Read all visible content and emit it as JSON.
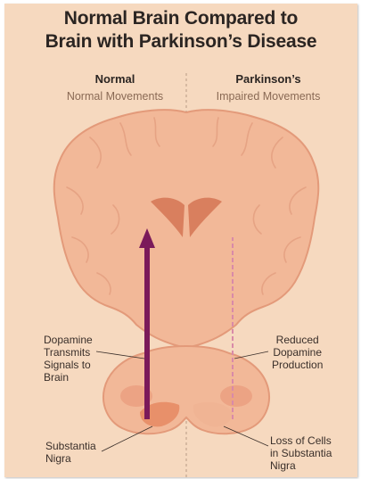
{
  "title": {
    "line1": "Normal Brain Compared to",
    "line2": "Brain with Parkinson’s Disease"
  },
  "columns": {
    "normal": {
      "heading": "Normal",
      "subheading": "Normal Movements"
    },
    "parkinsons": {
      "heading": "Parkinson’s",
      "subheading": "Impaired Movements"
    }
  },
  "labels": {
    "dopamine_transmits": [
      "Dopamine",
      "Transmits",
      "Signals to",
      "Brain"
    ],
    "substantia_nigra": [
      "Substantia",
      "Nigra"
    ],
    "reduced_dopamine": [
      "Reduced",
      "Dopamine",
      "Production"
    ],
    "loss_of_cells": [
      "Loss of Cells",
      "in Substantia",
      "Nigra"
    ]
  },
  "colors": {
    "background": "#f6d9bf",
    "brain_fill": "#f2b898",
    "brain_outline": "#e39a7a",
    "dopamine_pathway": "#7b1a5a",
    "reduced_pathway": "#d98aa8",
    "nigra_healthy": "#e8906a",
    "nigra_reduced": "#f0b494"
  }
}
